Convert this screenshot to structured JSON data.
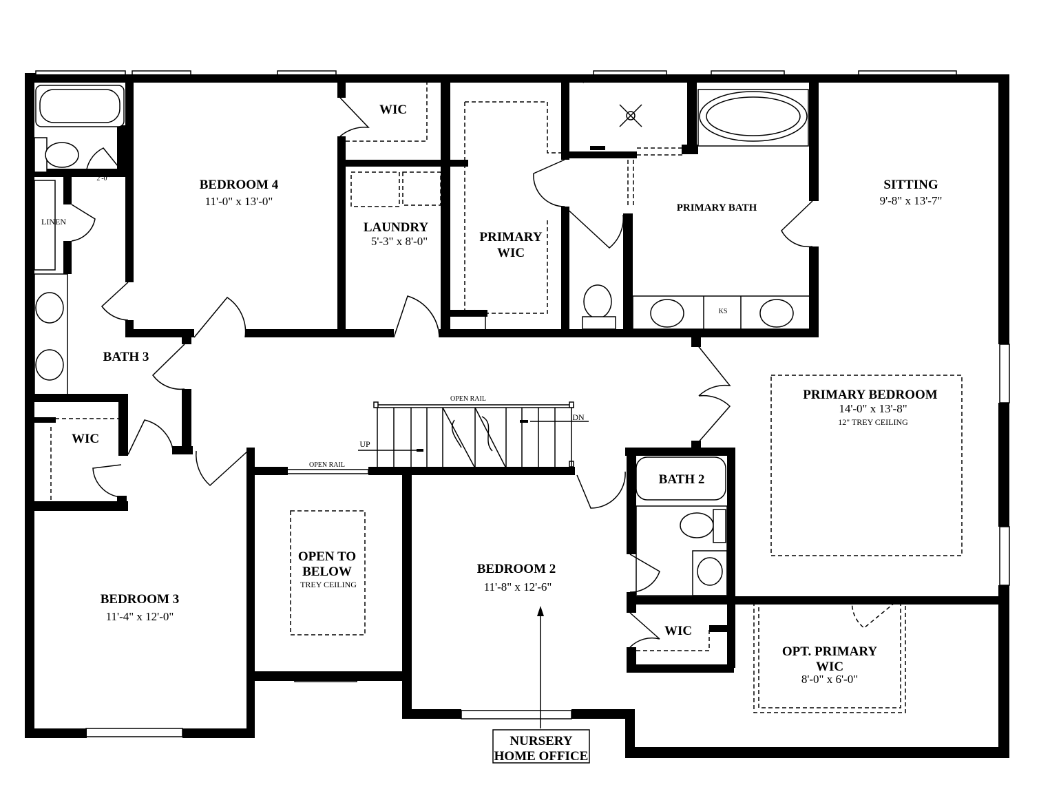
{
  "rooms": {
    "bedroom4": {
      "name": "BEDROOM 4",
      "dims": "11'-0\" x 13'-0\""
    },
    "wic_top": {
      "name": "WIC"
    },
    "laundry": {
      "name": "LAUNDRY",
      "dims": "5'-3\" x 8'-0\""
    },
    "primary_wic": {
      "line1": "PRIMARY",
      "line2": "WIC"
    },
    "primary_bath": {
      "name": "PRIMARY BATH"
    },
    "sitting": {
      "name": "SITTING",
      "dims": "9'-8\" x  13'-7\""
    },
    "linen": {
      "name": "LINEN"
    },
    "bath3": {
      "name": "BATH 3"
    },
    "wic_left": {
      "name": "WIC"
    },
    "primary_bedroom": {
      "name": "PRIMARY BEDROOM",
      "dims": "14'-0\" x  13'-8\"",
      "note": "12\" TREY CEILING"
    },
    "bath2": {
      "name": "BATH 2"
    },
    "open_to_below": {
      "line1": "OPEN TO",
      "line2": "BELOW",
      "note": "TREY CEILING"
    },
    "bedroom2": {
      "name": "BEDROOM 2",
      "dims": "11'-8\" x 12'-6\""
    },
    "bedroom3": {
      "name": "BEDROOM 3",
      "dims": "11'-4\" x 12'-0\""
    },
    "wic_mid": {
      "name": "WIC"
    },
    "opt_primary_wic": {
      "line1": "OPT. PRIMARY",
      "line2": "WIC",
      "dims": "8'-0\" x 6'-0\""
    }
  },
  "labels": {
    "door_width": "2'-0\"",
    "open_rail_top": "OPEN RAIL",
    "open_rail_bottom": "OPEN RAIL",
    "stair_up": "UP",
    "stair_down": "DN",
    "ks": "KS",
    "callout_line1": "NURSERY",
    "callout_line2": "HOME OFFICE"
  }
}
